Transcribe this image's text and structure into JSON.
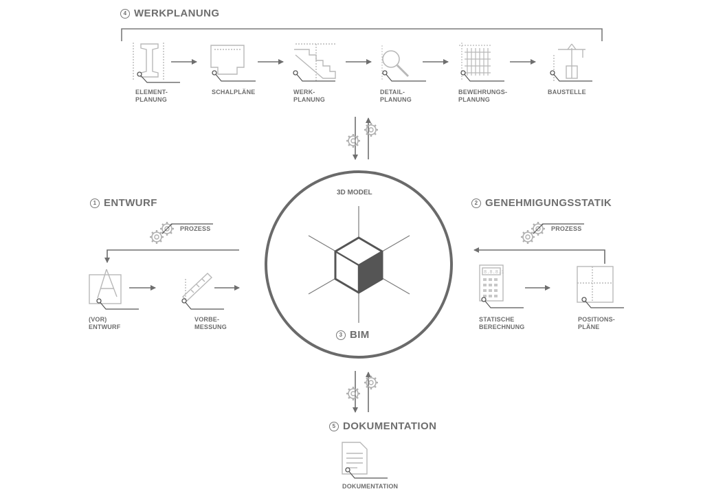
{
  "sections": {
    "werkplanung": {
      "number": "4",
      "title": "WERKPLANUNG"
    },
    "entwurf": {
      "number": "1",
      "title": "ENTWURF"
    },
    "genehmigung": {
      "number": "2",
      "title": "GENEHMIGUNGSSTATIK"
    },
    "bim": {
      "number": "3",
      "title": "BIM"
    },
    "dokumentation": {
      "number": "5",
      "title": "DOKUMENTATION"
    }
  },
  "center": {
    "model_label": "3D MODEL"
  },
  "werkplanung_steps": [
    {
      "line1": "ELEMENT-",
      "line2": "PLANUNG",
      "icon": "i-beam-icon"
    },
    {
      "line1": "SCHALPLÄNE",
      "line2": "",
      "icon": "formwork-icon"
    },
    {
      "line1": "WERK-",
      "line2": "PLANUNG",
      "icon": "stairs-icon"
    },
    {
      "line1": "DETAIL-",
      "line2": "PLANUNG",
      "icon": "magnifier-icon"
    },
    {
      "line1": "BEWEHRUNGS-",
      "line2": "PLANUNG",
      "icon": "rebar-icon"
    },
    {
      "line1": "BAUSTELLE",
      "line2": "",
      "icon": "crane-icon"
    }
  ],
  "entwurf_prozess": "PROZESS",
  "entwurf_steps": [
    {
      "line1": "(VOR)",
      "line2": "ENTWURF",
      "icon": "compass-icon"
    },
    {
      "line1": "VORBE-",
      "line2": "MESSUNG",
      "icon": "ruler-icon"
    }
  ],
  "genehmigung_prozess": "PROZESS",
  "genehmigung_steps": [
    {
      "line1": "STATISCHE",
      "line2": "BERECHNUNG",
      "icon": "calculator-icon",
      "display": "8.8.8.1"
    },
    {
      "line1": "POSITIONS-",
      "line2": "PLÄNE",
      "icon": "floorplan-icon"
    }
  ],
  "dokumentation_step": {
    "label": "DOKUMENTATION",
    "icon": "document-icon"
  },
  "colors": {
    "stroke": "#7a7a7a",
    "light": "#b5b5b5",
    "ring": "#6a6a6a",
    "dark_face": "#555555"
  }
}
